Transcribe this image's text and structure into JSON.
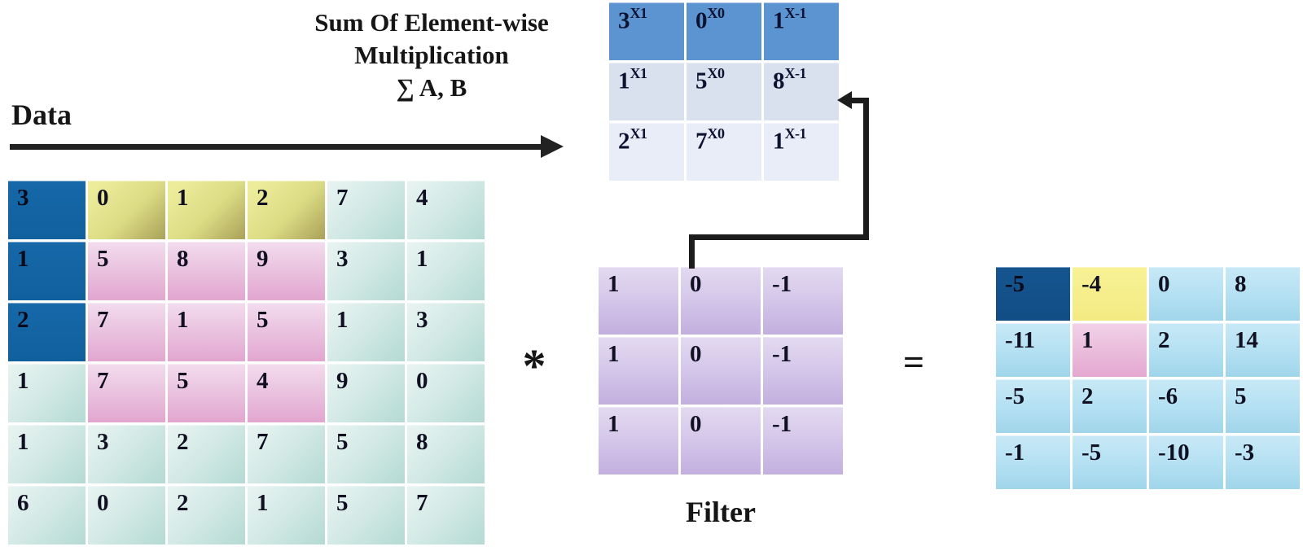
{
  "header": {
    "line1": "Sum Of Element-wise",
    "line2": "Multiplication",
    "line3": "∑ A, B"
  },
  "labels": {
    "data": "Data",
    "filter": "Filter",
    "multiply": "*",
    "equals": "="
  },
  "colors": {
    "data_highlight_navy": "#1465a3",
    "data_highlight_yellow": "#dede88",
    "data_highlight_pink": "#eab8da",
    "data_cell_teal": "#cde7e2",
    "sum_row1_blue": "#5b94d0",
    "sum_row2_blue": "#d9e1ef",
    "sum_row3_blue": "#e8edf7",
    "filter_lavender": "#d3c3e6",
    "result_cell_blue": "#b8e0f1",
    "result_highlight_navy": "#15538c",
    "result_highlight_yellow": "#f6f08e",
    "result_highlight_pink": "#edc3de",
    "arrow_black": "#1c1c1c"
  },
  "data_matrix": {
    "cells": [
      [
        "3",
        "0",
        "1",
        "2",
        "7",
        "4"
      ],
      [
        "1",
        "5",
        "8",
        "9",
        "3",
        "1"
      ],
      [
        "2",
        "7",
        "1",
        "5",
        "1",
        "3"
      ],
      [
        "1",
        "7",
        "5",
        "4",
        "9",
        "0"
      ],
      [
        "1",
        "3",
        "2",
        "7",
        "5",
        "8"
      ],
      [
        "6",
        "0",
        "2",
        "1",
        "5",
        "7"
      ]
    ],
    "cell_colors": [
      [
        "c-navy",
        "c-yellow",
        "c-yellow",
        "c-yellow",
        "c-teal",
        "c-teal"
      ],
      [
        "c-navy",
        "c-pink",
        "c-pink",
        "c-pink",
        "c-teal",
        "c-teal"
      ],
      [
        "c-navy",
        "c-pink",
        "c-pink",
        "c-pink",
        "c-teal",
        "c-teal"
      ],
      [
        "c-teal",
        "c-pink",
        "c-pink",
        "c-pink",
        "c-teal",
        "c-teal"
      ],
      [
        "c-teal",
        "c-teal",
        "c-teal",
        "c-teal",
        "c-teal",
        "c-teal"
      ],
      [
        "c-teal",
        "c-teal",
        "c-teal",
        "c-teal",
        "c-teal",
        "c-teal"
      ]
    ]
  },
  "sum_matrix": {
    "cells": [
      [
        {
          "v": "3",
          "s": "X1"
        },
        {
          "v": "0",
          "s": "X0"
        },
        {
          "v": "1",
          "s": "X-1"
        }
      ],
      [
        {
          "v": "1",
          "s": "X1"
        },
        {
          "v": "5",
          "s": "X0"
        },
        {
          "v": "8",
          "s": "X-1"
        }
      ],
      [
        {
          "v": "2",
          "s": "X1"
        },
        {
          "v": "7",
          "s": "X0"
        },
        {
          "v": "1",
          "s": "X-1"
        }
      ]
    ],
    "cell_colors": [
      [
        "c-sumblue1",
        "c-sumblue1",
        "c-sumblue1"
      ],
      [
        "c-sumblue2",
        "c-sumblue2",
        "c-sumblue2"
      ],
      [
        "c-sumblue3",
        "c-sumblue3",
        "c-sumblue3"
      ]
    ]
  },
  "filter_matrix": {
    "cells": [
      [
        "1",
        "0",
        "-1"
      ],
      [
        "1",
        "0",
        "-1"
      ],
      [
        "1",
        "0",
        "-1"
      ]
    ],
    "cell_colors": [
      [
        "c-lav",
        "c-lav",
        "c-lav"
      ],
      [
        "c-lav",
        "c-lav",
        "c-lav"
      ],
      [
        "c-lav",
        "c-lav",
        "c-lav"
      ]
    ]
  },
  "result_matrix": {
    "cells": [
      [
        "-5",
        "-4",
        "0",
        "8"
      ],
      [
        "-11",
        "1",
        "2",
        "14"
      ],
      [
        "-5",
        "2",
        "-6",
        "5"
      ],
      [
        "-1",
        "-5",
        "-10",
        "-3"
      ]
    ],
    "cell_colors": [
      [
        "c-rnavy",
        "c-ryellow",
        "c-rblue",
        "c-rblue"
      ],
      [
        "c-rblue",
        "c-rpink",
        "c-rblue",
        "c-rblue"
      ],
      [
        "c-rblue",
        "c-rblue",
        "c-rblue",
        "c-rblue"
      ],
      [
        "c-rblue",
        "c-rblue",
        "c-rblue",
        "c-rblue"
      ]
    ]
  }
}
